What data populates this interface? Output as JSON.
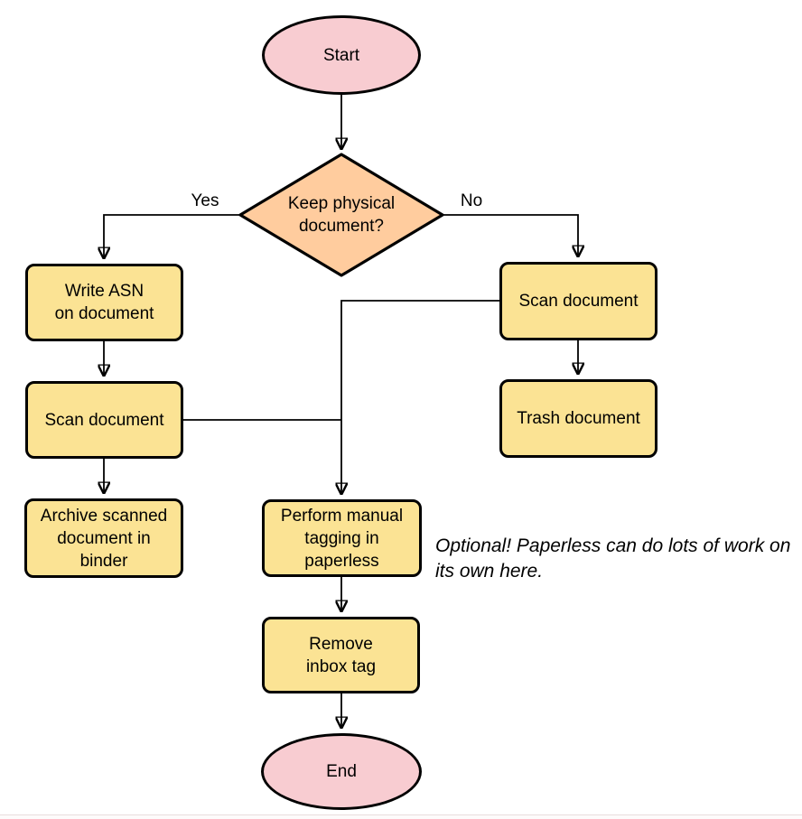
{
  "colors": {
    "process_fill": "#fbe394",
    "decision_fill": "#ffcc9e",
    "terminator_fill": "#f8ccd1",
    "stroke": "#000000",
    "divider": "#e9dddd",
    "canvas_bg": "#ffffff"
  },
  "nodes": {
    "start": {
      "label": "Start"
    },
    "decision": {
      "line1": "Keep physical",
      "line2": "document?"
    },
    "write_asn": {
      "line1": "Write ASN",
      "line2": "on document"
    },
    "scan_left": {
      "label": "Scan document"
    },
    "archive": {
      "line1": "Archive scanned",
      "line2": "document in",
      "line3": "binder"
    },
    "scan_right": {
      "label": "Scan document"
    },
    "trash": {
      "label": "Trash document"
    },
    "tagging": {
      "line1": "Perform manual",
      "line2": "tagging in",
      "line3": "paperless"
    },
    "remove_inbox": {
      "line1": "Remove",
      "line2": "inbox tag"
    },
    "end": {
      "label": "End"
    }
  },
  "edge_labels": {
    "yes": "Yes",
    "no": "No"
  },
  "note": {
    "line1": "Optional! Paperless can do lots of work on",
    "line2": "its own here."
  }
}
